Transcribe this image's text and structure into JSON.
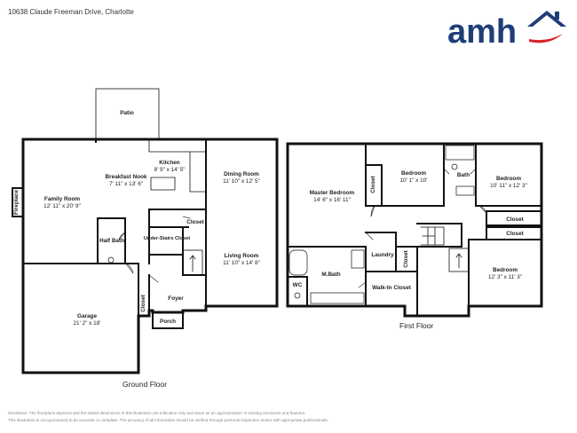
{
  "header": {
    "address": "10638 Claude Freeman Drive, Charlotte"
  },
  "brand": {
    "logo_text": "amh",
    "primary_color": "#1f3e78",
    "accent_color": "#d6252c"
  },
  "ground_floor": {
    "title": "Ground Floor",
    "rooms": {
      "patio": {
        "name": "Patio",
        "dims": ""
      },
      "family_room": {
        "name": "Family Room",
        "dims": "12' 11\" x 20' 9\""
      },
      "breakfast_nook": {
        "name": "Breakfast Nook",
        "dims": "7' 11\" x 13' 6\""
      },
      "kitchen": {
        "name": "Kitchen",
        "dims": "8' 9\" x 14' 5\""
      },
      "dining_room": {
        "name": "Dining Room",
        "dims": "11' 10\" x 12' 5\""
      },
      "fireplace": {
        "name": "Fireplace",
        "dims": ""
      },
      "half_bath": {
        "name": "Half Bath",
        "dims": ""
      },
      "closet_kitchen": {
        "name": "Closet",
        "dims": ""
      },
      "under_stairs": {
        "name": "Under-Stairs Closet",
        "dims": ""
      },
      "living_room": {
        "name": "Living Room",
        "dims": "11' 10\" x 14' 8\""
      },
      "garage": {
        "name": "Garage",
        "dims": "21' 2\" x 18'"
      },
      "closet_foyer": {
        "name": "Closet",
        "dims": ""
      },
      "foyer": {
        "name": "Foyer",
        "dims": ""
      },
      "porch": {
        "name": "Porch",
        "dims": ""
      }
    }
  },
  "first_floor": {
    "title": "First Floor",
    "rooms": {
      "master_bedroom": {
        "name": "Master Bedroom",
        "dims": "14' 6\" x 16' 11\""
      },
      "closet_bed2": {
        "name": "Closet",
        "dims": ""
      },
      "bedroom2": {
        "name": "Bedroom",
        "dims": "10' 1\" x 10'"
      },
      "bath": {
        "name": "Bath",
        "dims": ""
      },
      "bedroom3": {
        "name": "Bedroom",
        "dims": "10' 11\" x 12' 3\""
      },
      "closet_a": {
        "name": "Closet",
        "dims": ""
      },
      "closet_b": {
        "name": "Closet",
        "dims": ""
      },
      "laundry": {
        "name": "Laundry",
        "dims": ""
      },
      "closet_hall": {
        "name": "Closet",
        "dims": ""
      },
      "master_bath": {
        "name": "M.Bath",
        "dims": ""
      },
      "wc": {
        "name": "WC",
        "dims": ""
      },
      "walk_in_closet": {
        "name": "Walk-In Closet",
        "dims": ""
      },
      "bedroom4": {
        "name": "Bedroom",
        "dims": "12' 3\" x 11' 3\""
      }
    }
  },
  "disclaimer": {
    "line1": "Disclaimer: The floorplans depicted and the stated dimensions in this illustration are indicative only and serve as an approximation of existing structures and features.",
    "line2": "This illustration is not guaranteed to be accurate or complete. The accuracy of all information should be verified through personal inspection and/or with appropriate professionals."
  }
}
